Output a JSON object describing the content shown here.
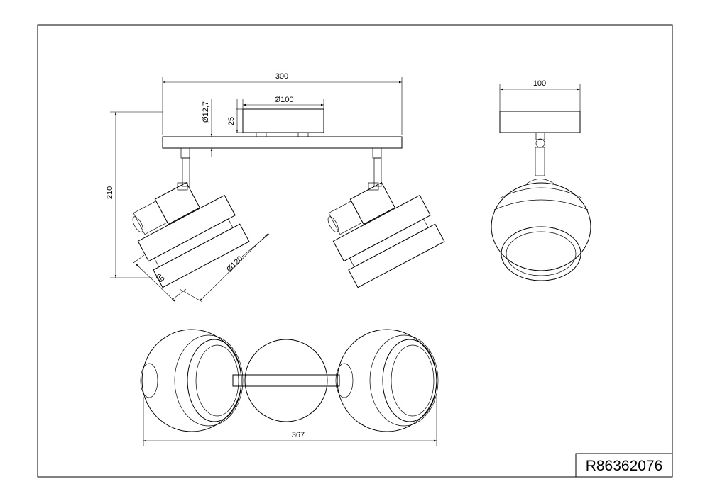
{
  "drawing": {
    "product_code": "R86362076",
    "dimensions": {
      "front_width": "300",
      "canopy_diameter": "Ø100",
      "canopy_height": "25",
      "tube_diameter": "Ø12,7",
      "total_height": "210",
      "head_diameter": "Ø120",
      "head_depth": "69",
      "side_width": "100",
      "top_length": "367"
    }
  }
}
